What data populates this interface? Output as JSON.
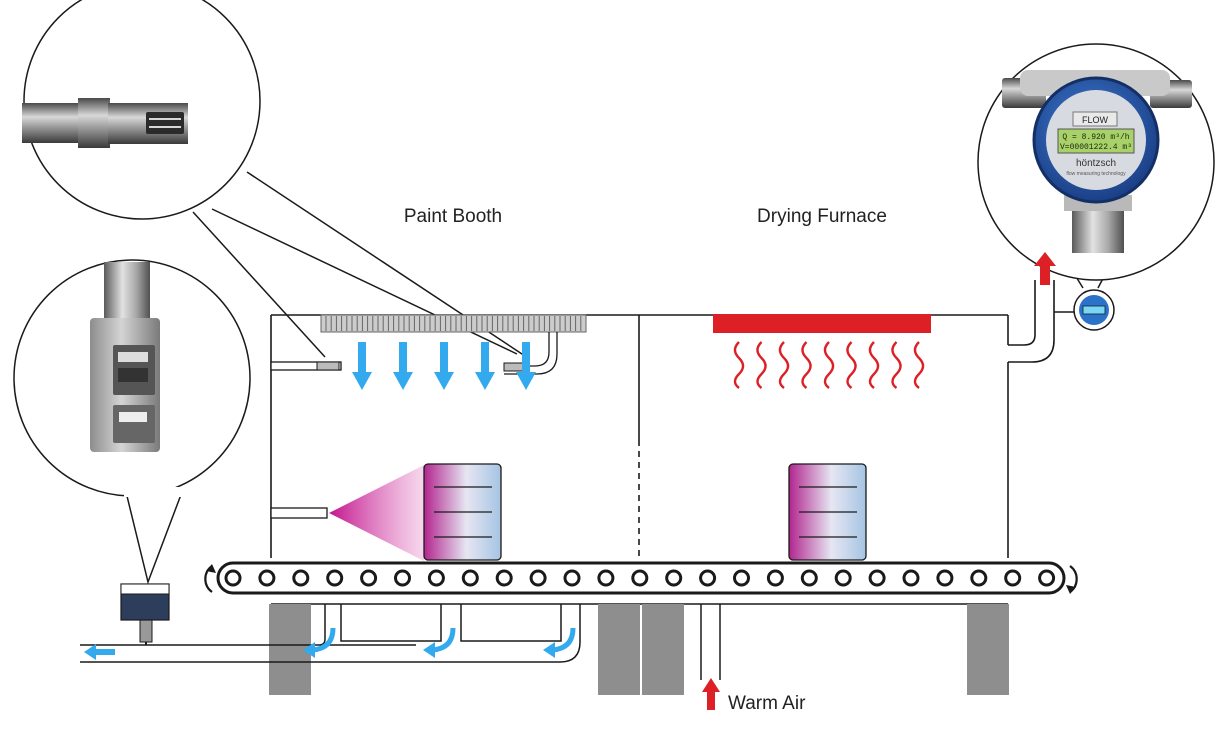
{
  "labels": {
    "paint_booth": "Paint Booth",
    "drying_furnace": "Drying Furnace",
    "warm_air": "Warm Air"
  },
  "device": {
    "display_title": "FLOW",
    "display_line1": "Q = 8.920 m³/h",
    "display_line2": "V=00001222.4 m³",
    "brand": "höntzsch",
    "subtitle": "flow measuring technology"
  },
  "colors": {
    "airflow": "#33aaee",
    "heat": "#dd1f26",
    "spray": "#cc2a99",
    "support": "#8e8e8e",
    "outline": "#1a1a1a",
    "meter_blue": "#2a73c9"
  },
  "icons": {
    "downflow": "down-arrow",
    "exhaust": "curved-arrow",
    "heat": "wavy-heat-lines",
    "warm_air": "up-arrow"
  }
}
